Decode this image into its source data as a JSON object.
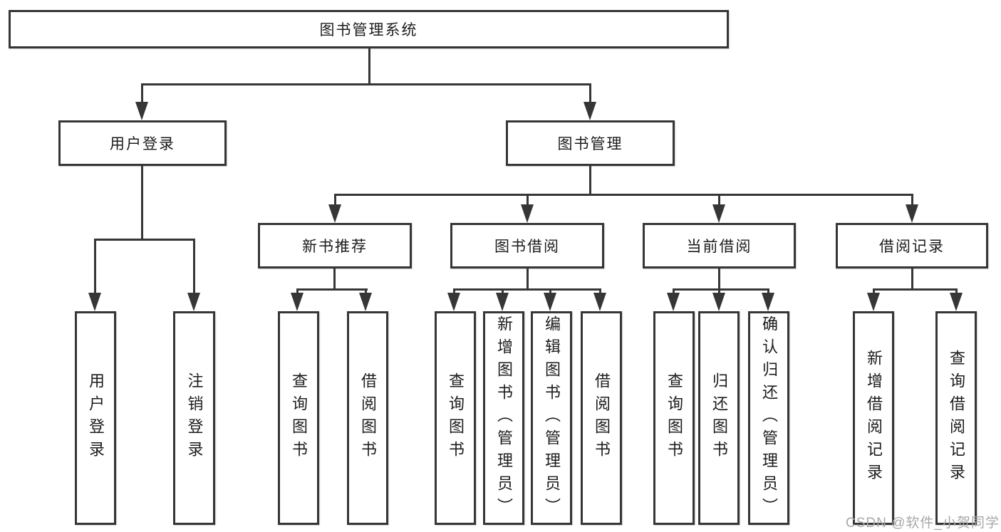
{
  "tree": {
    "root": "图书管理系统",
    "branches": [
      {
        "label": "用户登录",
        "children": [
          "用户登录",
          "注销登录"
        ]
      },
      {
        "label": "图书管理",
        "sections": [
          {
            "label": "新书推荐",
            "children": [
              "查询图书",
              "借阅图书"
            ]
          },
          {
            "label": "图书借阅",
            "children": [
              "查询图书",
              "新增图书（管理员）",
              "编辑图书（管理员）",
              "借阅图书"
            ]
          },
          {
            "label": "当前借阅",
            "children": [
              "查询图书",
              "归还图书",
              "确认归还（管理员）"
            ]
          },
          {
            "label": "借阅记录",
            "children": [
              "新增借阅记录",
              "查询借阅记录"
            ]
          }
        ]
      }
    ]
  },
  "watermark": "CSDN @软件_小贺同学",
  "colors": {
    "line": "#363636",
    "text": "#1c1c1c",
    "background": "#ffffff",
    "watermark": "#a8a8a8"
  }
}
